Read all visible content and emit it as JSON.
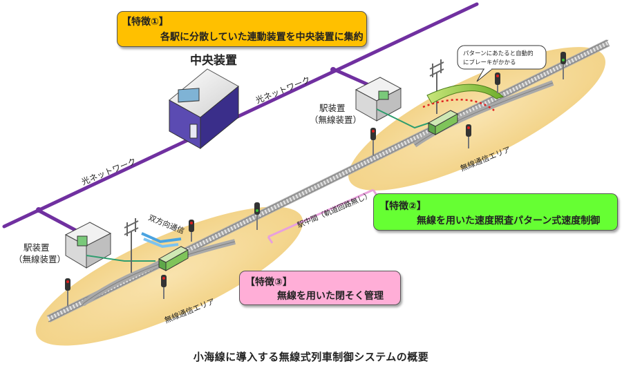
{
  "diagram": {
    "feature1": {
      "tag": "【特徴①】",
      "text": "各駅に分散していた連動装置を中央装置に集約",
      "color": "#ffc000"
    },
    "feature2": {
      "tag": "【特徴②】",
      "text": "無線を用いた速度照査パターン式速度制御",
      "color": "#66ff33"
    },
    "feature3": {
      "tag": "【特徴③】",
      "text": "無線を用いた閉そく管理",
      "color": "#ffaed7"
    },
    "central_equipment": "中央装置",
    "optical_network_upper": "光ネットワーク",
    "optical_network_lower": "光ネットワーク",
    "station_equipment_right": {
      "line1": "駅装置",
      "line2": "（無線装置）"
    },
    "station_equipment_left": {
      "line1": "駅装置",
      "line2": "（無線装置）"
    },
    "bidirectional_comm": "双方向通信",
    "pattern_balloon": {
      "line1": "パターンにあたると自動的",
      "line2": "にブレーキがかかる"
    },
    "radio_area_right": "無線通信エリア",
    "radio_area_left": "無線通信エリア",
    "between_stations": "駅中間（軌道回路無し）",
    "caption": "小海線に導入する無線式列車制御システムの概要",
    "colors": {
      "network": "#7030a0",
      "area": "#f7dc9c",
      "track": "#c9c9c9",
      "train": "#7fc45a"
    }
  }
}
